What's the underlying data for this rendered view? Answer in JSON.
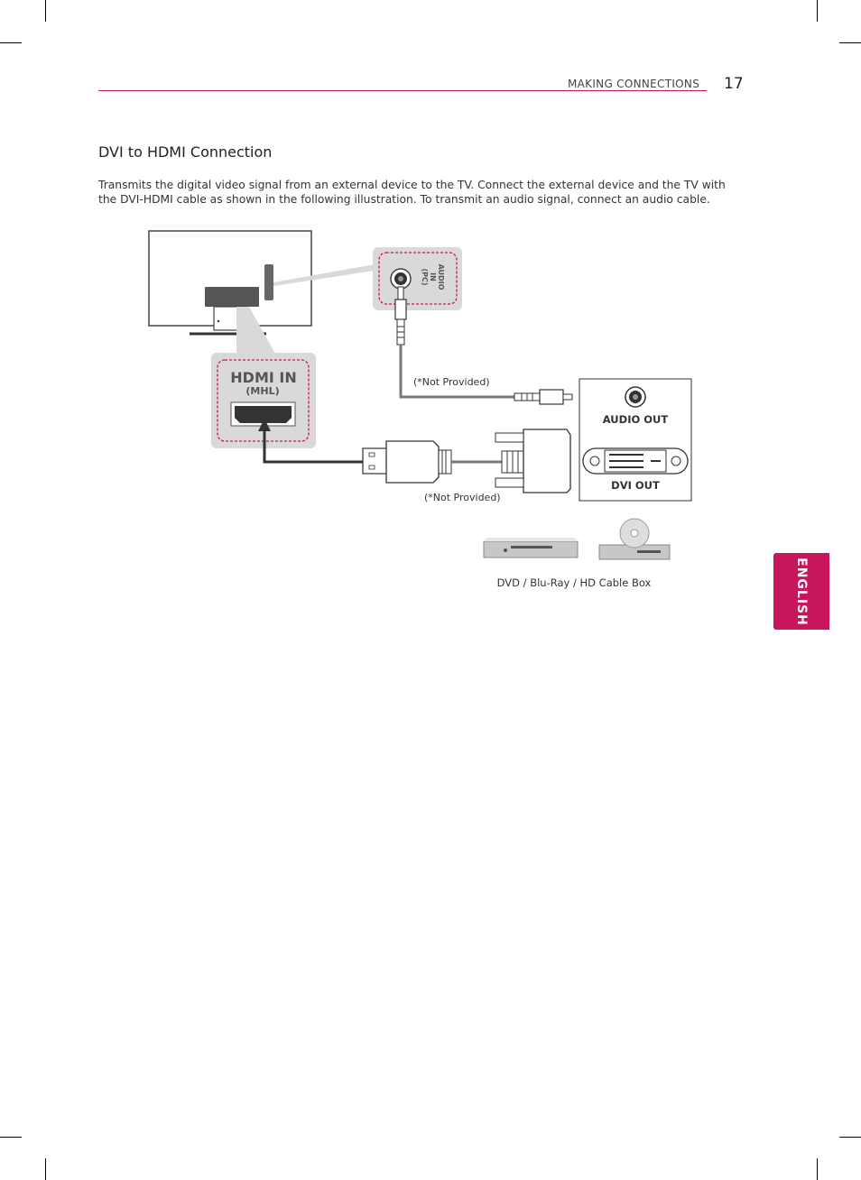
{
  "header": {
    "section": "MAKING CONNECTIONS",
    "page_number": "17"
  },
  "section": {
    "title": "DVI to HDMI Connection",
    "body": "Transmits the digital video signal from an external device to the TV. Connect the external device and the TV with the DVI-HDMI cable as shown in the following illustration. To transmit an audio signal, connect an audio cable."
  },
  "diagram": {
    "hdmi_port_label": "HDMI IN",
    "hdmi_port_sub": "(MHL)",
    "audio_port_label_lines": [
      "AUDIO",
      "IN",
      "(PC)"
    ],
    "audio_cable_note": "(*Not Provided)",
    "dvi_cable_note": "(*Not Provided)",
    "device_audio_label": "AUDIO OUT",
    "device_dvi_label": "DVI OUT",
    "devices_caption": "DVD / Blu-Ray / HD Cable Box"
  },
  "side_tab": {
    "language": "ENGLISH"
  },
  "colors": {
    "accent": "#c8155b",
    "panel_gray": "#d9d9d9",
    "cable": "#333333"
  }
}
